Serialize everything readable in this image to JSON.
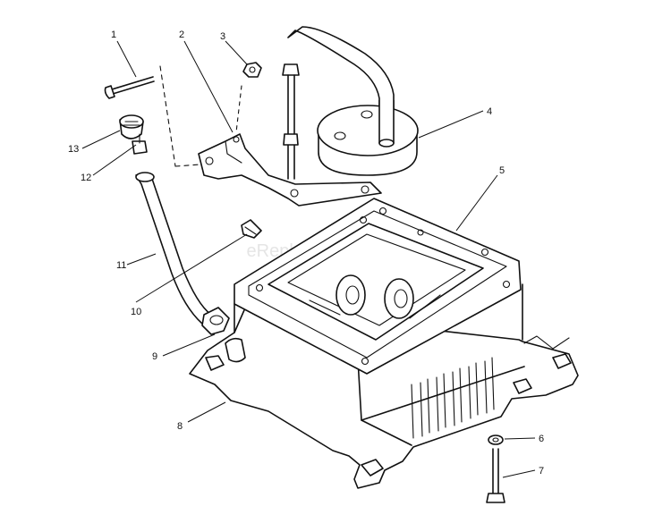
{
  "diagram": {
    "watermark": "eReplacementParts.com",
    "callouts": [
      {
        "id": "1",
        "label": "1"
      },
      {
        "id": "2",
        "label": "2"
      },
      {
        "id": "3",
        "label": "3"
      },
      {
        "id": "4",
        "label": "4"
      },
      {
        "id": "5",
        "label": "5"
      },
      {
        "id": "6",
        "label": "6"
      },
      {
        "id": "7",
        "label": "7"
      },
      {
        "id": "8",
        "label": "8"
      },
      {
        "id": "9",
        "label": "9"
      },
      {
        "id": "10",
        "label": "10"
      },
      {
        "id": "11",
        "label": "11"
      },
      {
        "id": "12",
        "label": "12"
      },
      {
        "id": "13",
        "label": "13"
      }
    ]
  }
}
